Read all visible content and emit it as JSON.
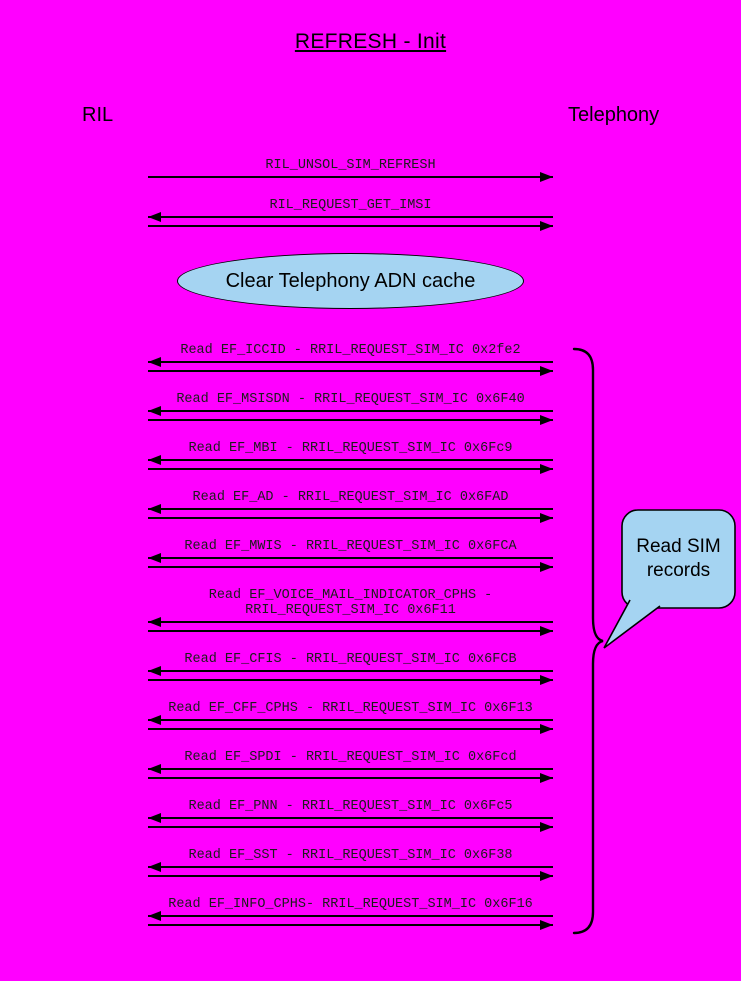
{
  "title": "REFRESH - Init",
  "actors": {
    "left": "RIL",
    "right": "Telephony"
  },
  "note": {
    "text": "Clear Telephony ADN cache"
  },
  "callout": {
    "text": "Read SIM records"
  },
  "colors": {
    "background": "#FF00FF",
    "shape_fill": "#A5D4F2",
    "line": "#000000"
  },
  "messages": [
    {
      "label": "RIL_UNSOL_SIM_REFRESH",
      "arrows": [
        "to-telephony"
      ]
    },
    {
      "label": "RIL_REQUEST_GET_IMSI",
      "arrows": [
        "to-ril",
        "to-telephony"
      ]
    },
    {
      "label": "Read EF_ICCID - RRIL_REQUEST_SIM_IC 0x2fe2",
      "arrows": [
        "to-ril",
        "to-telephony"
      ]
    },
    {
      "label": "Read EF_MSISDN - RRIL_REQUEST_SIM_IC 0x6F40",
      "arrows": [
        "to-ril",
        "to-telephony"
      ]
    },
    {
      "label": "Read EF_MBI - RRIL_REQUEST_SIM_IC 0x6Fc9",
      "arrows": [
        "to-ril",
        "to-telephony"
      ]
    },
    {
      "label": "Read EF_AD - RRIL_REQUEST_SIM_IC 0x6FAD",
      "arrows": [
        "to-ril",
        "to-telephony"
      ]
    },
    {
      "label": "Read EF_MWIS - RRIL_REQUEST_SIM_IC 0x6FCA",
      "arrows": [
        "to-ril",
        "to-telephony"
      ]
    },
    {
      "label": "Read EF_VOICE_MAIL_INDICATOR_CPHS - RRIL_REQUEST_SIM_IC 0x6F11",
      "arrows": [
        "to-ril",
        "to-telephony"
      ]
    },
    {
      "label": "Read EF_CFIS - RRIL_REQUEST_SIM_IC 0x6FCB",
      "arrows": [
        "to-ril",
        "to-telephony"
      ]
    },
    {
      "label": "Read EF_CFF_CPHS - RRIL_REQUEST_SIM_IC 0x6F13",
      "arrows": [
        "to-ril",
        "to-telephony"
      ]
    },
    {
      "label": "Read EF_SPDI - RRIL_REQUEST_SIM_IC 0x6Fcd",
      "arrows": [
        "to-ril",
        "to-telephony"
      ]
    },
    {
      "label": "Read EF_PNN - RRIL_REQUEST_SIM_IC 0x6Fc5",
      "arrows": [
        "to-ril",
        "to-telephony"
      ]
    },
    {
      "label": "Read EF_SST - RRIL_REQUEST_SIM_IC 0x6F38",
      "arrows": [
        "to-ril",
        "to-telephony"
      ]
    },
    {
      "label": "Read EF_INFO_CPHS- RRIL_REQUEST_SIM_IC 0x6F16",
      "arrows": [
        "to-ril",
        "to-telephony"
      ]
    }
  ]
}
